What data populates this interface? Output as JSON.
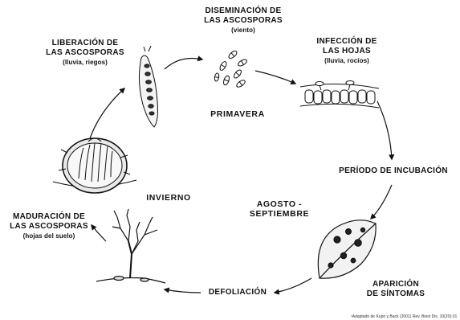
{
  "diagram": {
    "title": "",
    "seasons": {
      "primavera": "PRIMAVERA",
      "invierno": "INVIERNO",
      "agosto_septiembre": [
        "AGOSTO -",
        "SEPTIEMBRE"
      ]
    },
    "stages": {
      "diseminacion": {
        "lines": [
          "DISEMINACIÓN DE",
          "LAS ASCOSPORAS"
        ],
        "note": "(viento)"
      },
      "infeccion": {
        "lines": [
          "INFECCIÓN DE",
          "LAS HOJAS"
        ],
        "note": "(lluvia, rocíos)"
      },
      "incubacion": {
        "lines": [
          "PERÍODO DE INCUBACIÓN"
        ]
      },
      "aparicion": {
        "lines": [
          "APARICIÓN",
          "DE SÍNTOMAS"
        ]
      },
      "defoliacion": {
        "lines": [
          "DEFOLIACIÓN"
        ]
      },
      "maduracion": {
        "lines": [
          "MADURACIÓN DE",
          "LAS ASCOSPORAS"
        ],
        "note": "(hojas del suelo)"
      },
      "liberacion": {
        "lines": [
          "LIBERACIÓN DE",
          "LAS ASCOSPORAS"
        ],
        "note": "(lluvia, riegos)"
      }
    },
    "credit": "¹Adaptado de Kupo y Back (2001) Rev. Biost Dis. 10(20):16"
  },
  "colors": {
    "ink": "#111111",
    "background": "#ffffff"
  }
}
